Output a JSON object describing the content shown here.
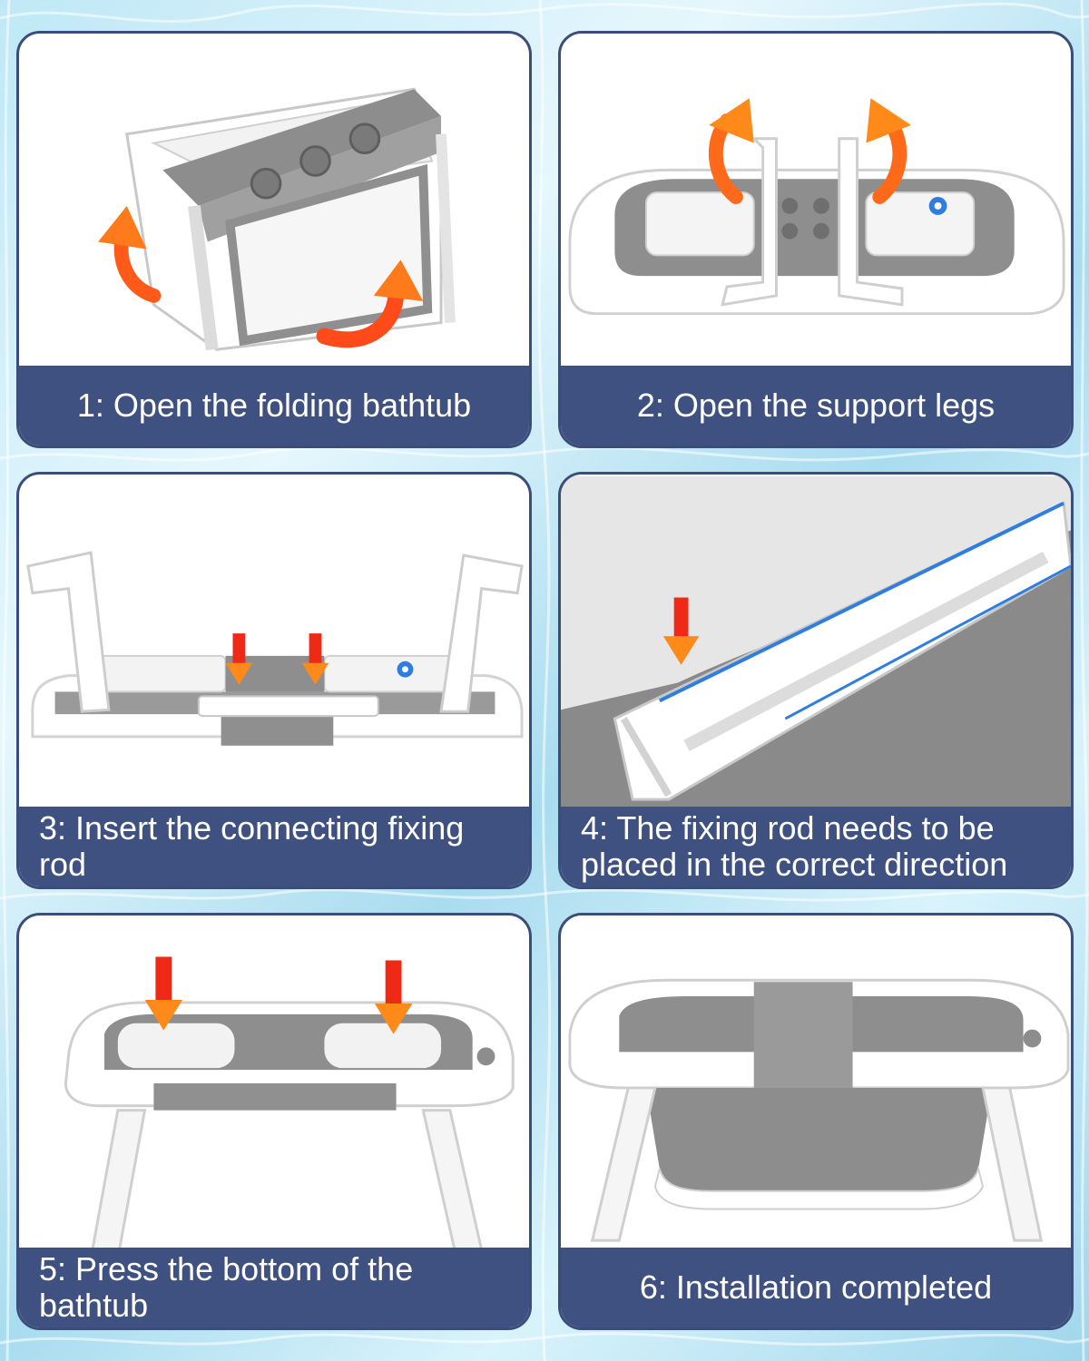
{
  "steps": [
    {
      "caption": "1: Open the folding bathtub"
    },
    {
      "caption": "2: Open the support legs"
    },
    {
      "caption": "3: Insert the connecting fixing rod"
    },
    {
      "caption": "4: The fixing rod needs to be placed in the correct direction"
    },
    {
      "caption": "5: Press the bottom of the bathtub"
    },
    {
      "caption": "6: Installation completed"
    }
  ],
  "colors": {
    "caption_bg": "#3f5180",
    "card_border": "#3b4d7a",
    "tub_white": "#ffffff",
    "tub_gray": "#8a8a8a",
    "arrow_orange": "#ff6a1a",
    "arrow_red": "#e8261a",
    "drain_blue": "#2f7de1"
  },
  "icons": [
    "curved-arrow-icon",
    "down-arrow-icon",
    "drain-plug-icon"
  ]
}
